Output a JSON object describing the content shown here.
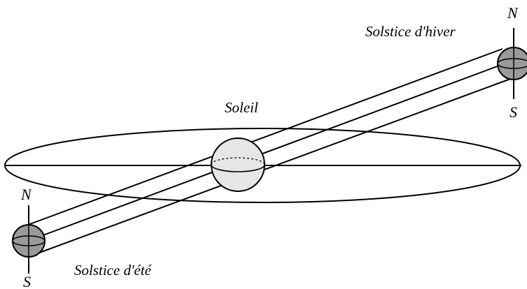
{
  "labels": {
    "sun": "Soleil",
    "winter_solstice": "Solstice d'hiver",
    "summer_solstice": "Solstice d'été",
    "winter_north": "N",
    "winter_south": "S",
    "summer_north": "N",
    "summer_south": "S"
  },
  "colors": {
    "sun_fill": "#e6e6e6",
    "earth_fill": "#9a9a9a",
    "stroke": "#000000"
  }
}
